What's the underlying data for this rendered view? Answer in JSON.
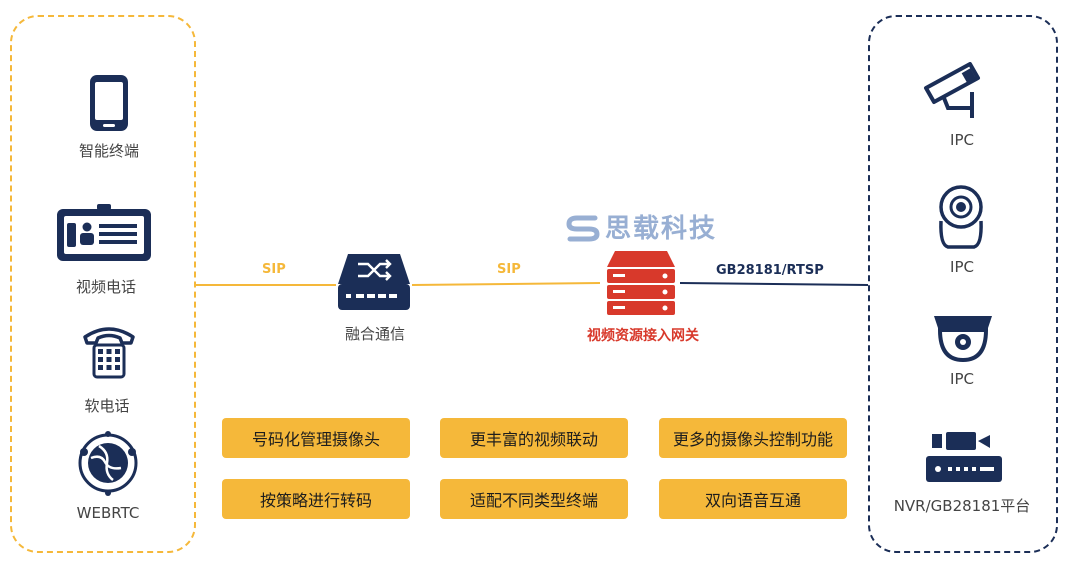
{
  "brand": {
    "name": "思载科技"
  },
  "left_panel": {
    "items": [
      {
        "label": "智能终端",
        "icon": "smartphone-icon"
      },
      {
        "label": "视频电话",
        "icon": "video-phone-icon"
      },
      {
        "label": "软电话",
        "icon": "telephone-icon"
      },
      {
        "label": "WEBRTC",
        "icon": "globe-network-icon"
      }
    ]
  },
  "right_panel": {
    "items": [
      {
        "label": "IPC",
        "icon": "bullet-camera-icon"
      },
      {
        "label": "IPC",
        "icon": "dome-ptz-camera-icon"
      },
      {
        "label": "IPC",
        "icon": "dome-camera-icon"
      },
      {
        "label": "NVR/GB28181平台",
        "icon": "nvr-recorder-icon"
      }
    ]
  },
  "center": {
    "switch_label": "融合通信",
    "gateway_label": "视频资源接入网关",
    "link_left": "SIP",
    "link_middle": "SIP",
    "link_right": "GB28181/RTSP"
  },
  "features": [
    "号码化管理摄像头",
    "更丰富的视频联动",
    "更多的摄像头控制功能",
    "按策略进行转码",
    "适配不同类型终端",
    "双向语音互通"
  ],
  "colors": {
    "accent_yellow": "#f5b83a",
    "navy": "#1b2e57",
    "gateway_red": "#d8392b",
    "watermark_blue": "#8da7cf"
  }
}
